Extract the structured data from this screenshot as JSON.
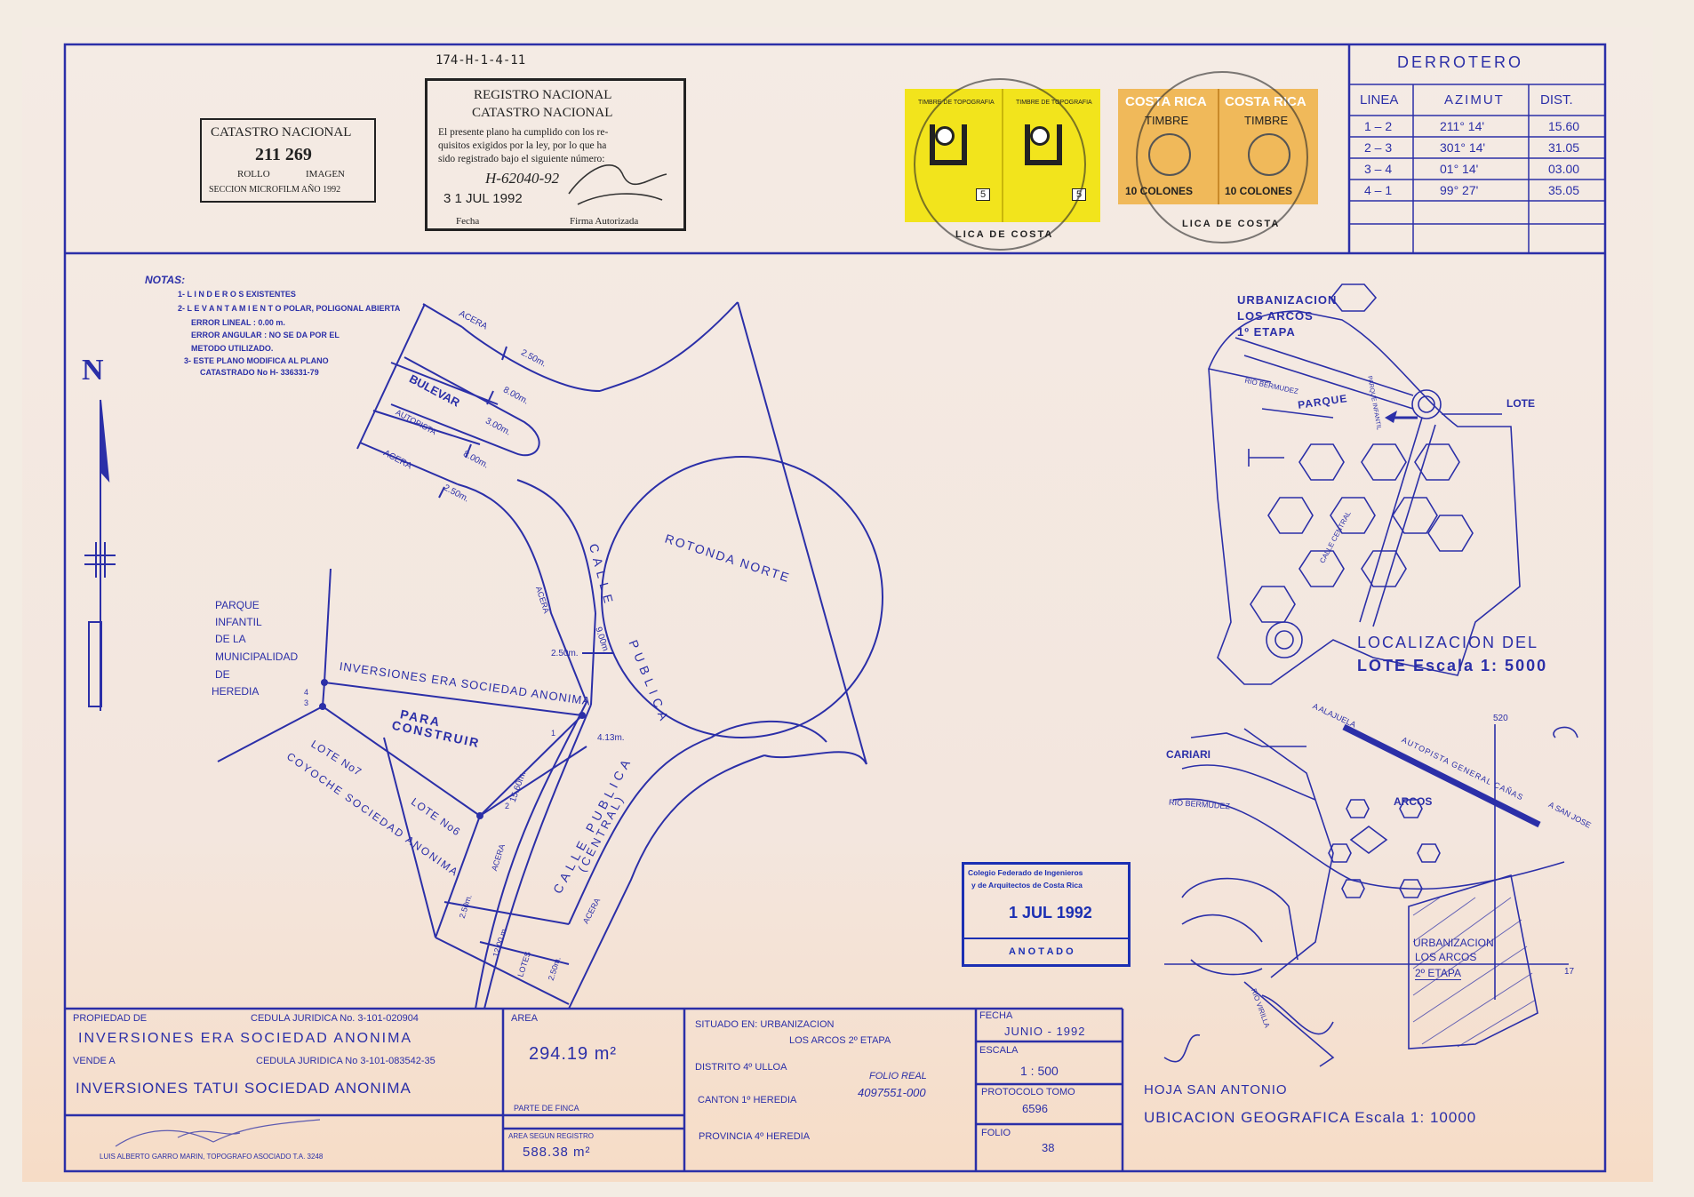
{
  "header": {
    "plan_ref": "174-H-1-4-11",
    "catastro_box": {
      "title": "CATASTRO NACIONAL",
      "number": "211 269",
      "rollo": "ROLLO",
      "imagen": "IMAGEN",
      "seccion": "SECCION MICROFILM AÑO 1992"
    },
    "registro_box": {
      "line1": "REGISTRO NACIONAL",
      "line2": "CATASTRO NACIONAL",
      "text1": "El presente plano ha cumplido con los re-",
      "text2": "quisitos exigidos por la ley, por lo que ha",
      "text3": "sido registrado bajo el siguiente número:",
      "number": "H-62040-92",
      "date": "3 1 JUL 1992",
      "fecha_label": "Fecha",
      "firma_label": "Firma Autorizada"
    },
    "stamps": {
      "yellow_top_left": "TIMBRE DE TOPOGRAFIA",
      "yellow_top_right": "TIMBRE DE TOPOGRAFIA",
      "yellow_value": "5",
      "orange_brand": "COSTA RICA",
      "orange_word": "TIMBRE",
      "orange_value": "10 COLONES",
      "postmark_bottom": "LICA DE COSTA"
    }
  },
  "derrotero": {
    "title": "DERROTERO",
    "headers": [
      "LINEA",
      "AZIMUT",
      "DIST."
    ],
    "rows": [
      [
        "1 – 2",
        "211°  14'",
        "15.60"
      ],
      [
        "2 – 3",
        "301°  14'",
        "31.05"
      ],
      [
        "3 – 4",
        "01°  14'",
        "03.00"
      ],
      [
        "4 – 1",
        "99°  27'",
        "35.05"
      ]
    ]
  },
  "notes": {
    "title": "NOTAS:",
    "items": [
      "1- L I N D E R O S  EXISTENTES",
      "2- L E V A N T A M I E N T O  POLAR, POLIGONAL ABIERTA",
      "ERROR LINEAL :  0.00 m.",
      "ERROR ANGULAR : NO SE DA POR EL",
      "METODO UTILIZADO.",
      "3- ESTE PLANO MODIFICA AL PLANO",
      "CATASTRADO No H- 336331-79"
    ]
  },
  "north_label": "N",
  "plan": {
    "labels": {
      "acera1": "ACERA",
      "bulevar": "BULEVAR",
      "autopista": "AUTOPISTA",
      "acera2": "ACERA",
      "d1": "2.50m.",
      "d2": "8.00m.",
      "d3": "3.00m.",
      "d4": "8.00m.",
      "d5": "2.50m.",
      "rotonda": "ROTONDA  NORTE",
      "calle1": "CALLE",
      "publica1": "PUBLICA",
      "acera3": "ACERA",
      "d6": "2.50m.",
      "d7": "9.00m.",
      "d8": "4.13m.",
      "d9": "15.60m.",
      "calle2": "CALLE  PUBLICA",
      "central": "(CENTRAL)",
      "acera4": "ACERA",
      "acera5": "ACERA",
      "d10": "2.50m.",
      "d11": "12.00 m.",
      "d12": "2.50m.",
      "lotes": "LOTES",
      "parque1": "PARQUE",
      "parque2": "INFANTIL",
      "parque3": "DE LA",
      "parque4": "MUNICIPALIDAD",
      "parque5": "DE",
      "parque6": "HEREDIA",
      "inversiones": "INVERSIONES  ERA SOCIEDAD ANONIMA",
      "para": "PARA",
      "construir": "CONSTRUIR",
      "lote7": "LOTE No7",
      "coyoche": "COYOCHE SOCIEDAD ANONIMA",
      "lote6": "LOTE No6",
      "v1": "1",
      "v2": "2",
      "v3": "3",
      "v4": "4"
    }
  },
  "location_map": {
    "urb1": "URBANIZACION",
    "urb2": "LOS  ARCOS",
    "urb3": "1º  ETAPA",
    "rio": "RIO  BERMUDEZ",
    "parque": "PARQUE",
    "parque_inf": "PARQUE INFANTIL",
    "lote": "LOTE",
    "calle_central": "CALLE CENTRAL",
    "caption1": "LOCALIZACION DEL",
    "caption2": "LOTE  Escala  1: 5000"
  },
  "geo_map": {
    "cariari": "CARIARI",
    "rio": "RIO  BERMUDEZ",
    "arcos": "ARCOS",
    "alajuela": "A ALAJUELA",
    "autopista": "AUTOPISTA  GENERAL  CAÑAS",
    "sanjose": "A SAN JOSE",
    "urb1": "URBANIZACION",
    "urb2": "LOS ARCOS",
    "urb3": "2º  ETAPA",
    "virilla": "RIO VIRILLA",
    "n520": "520",
    "n17": "17",
    "hoja": "HOJA SAN ANTONIO",
    "caption": "UBICACION  GEOGRAFICA   Escala  1: 10000"
  },
  "colegio_stamp": {
    "line1": "Colegio  Federado  de  Ingenieros",
    "line2": "y de  Arquitectos de Costa Rica",
    "date": "1  JUL 1992",
    "anotado": "A N O T A D O"
  },
  "title_block": {
    "propiedad_label": "PROPIEDAD DE",
    "cedula1": "CEDULA JURIDICA No. 3-101-020904",
    "owner": "INVERSIONES  ERA  SOCIEDAD ANONIMA",
    "vende_label": "VENDE A",
    "cedula2": "CEDULA JURIDICA No 3-101-083542-35",
    "buyer": "INVERSIONES TATUI SOCIEDAD ANONIMA",
    "topografo": "LUIS  ALBERTO GARRO MARIN, TOPOGRAFO ASOCIADO  T.A. 3248",
    "area_label": "AREA",
    "area_value": "294.19  m²",
    "parte_label": "PARTE DE FINCA",
    "area_reg_label": "AREA SEGUN REGISTRO",
    "area_reg_value": "588.38  m²",
    "situado_label": "SITUADO EN:  URBANIZACION",
    "situado_value": "LOS ARCOS 2º ETAPA",
    "distrito": "DISTRITO 4º  ULLOA",
    "canton": "CANTON   1º  HEREDIA",
    "provincia": "PROVINCIA  4º  HEREDIA",
    "folio_real_label": "FOLIO REAL",
    "folio_real_value": "4097551-000",
    "fecha_label": "FECHA",
    "fecha_value": "JUNIO - 1992",
    "escala_label": "ESCALA",
    "escala_value": "1 : 500",
    "protocolo_label": "PROTOCOLO  TOMO",
    "protocolo_value": "6596",
    "folio_label": "FOLIO",
    "folio_value": "38"
  },
  "colors": {
    "ink": "#2b2fa8",
    "paper": "#f3ebe3",
    "stamp_yellow": "#f2e41c",
    "stamp_orange": "#f0b95a"
  }
}
